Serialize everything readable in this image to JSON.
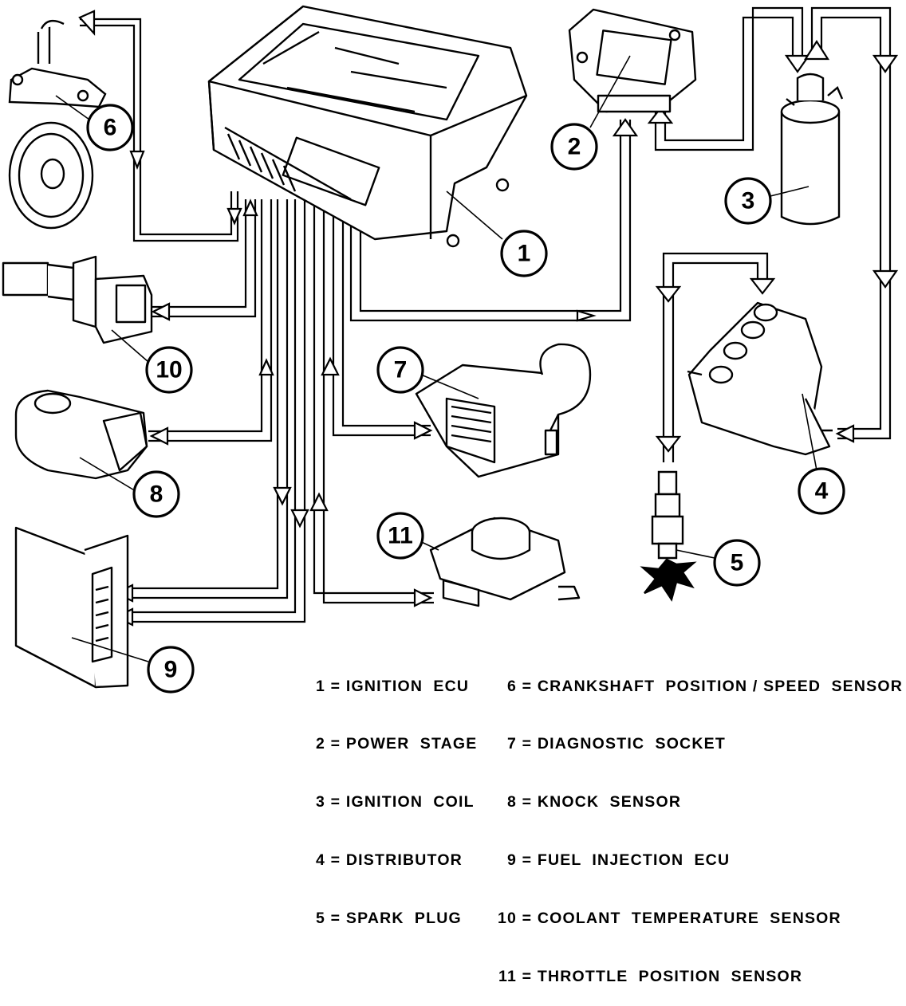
{
  "callouts": [
    {
      "id": 1,
      "label": "1"
    },
    {
      "id": 2,
      "label": "2"
    },
    {
      "id": 3,
      "label": "3"
    },
    {
      "id": 4,
      "label": "4"
    },
    {
      "id": 5,
      "label": "5"
    },
    {
      "id": 6,
      "label": "6"
    },
    {
      "id": 7,
      "label": "7"
    },
    {
      "id": 8,
      "label": "8"
    },
    {
      "id": 9,
      "label": "9"
    },
    {
      "id": 10,
      "label": "10"
    },
    {
      "id": 11,
      "label": "11"
    }
  ],
  "legend": {
    "left": [
      {
        "num": "1",
        "text": "IGNITION  ECU"
      },
      {
        "num": "2",
        "text": "POWER  STAGE"
      },
      {
        "num": "3",
        "text": "IGNITION  COIL"
      },
      {
        "num": "4",
        "text": "DISTRIBUTOR"
      },
      {
        "num": "5",
        "text": "SPARK  PLUG"
      }
    ],
    "right": [
      {
        "num": "6",
        "text": "CRANKSHAFT  POSITION / SPEED  SENSOR"
      },
      {
        "num": "7",
        "text": "DIAGNOSTIC  SOCKET"
      },
      {
        "num": "8",
        "text": "KNOCK  SENSOR"
      },
      {
        "num": "9",
        "text": "FUEL  INJECTION  ECU"
      },
      {
        "num": "10",
        "text": "COOLANT  TEMPERATURE  SENSOR"
      },
      {
        "num": "11",
        "text": "THROTTLE  POSITION  SENSOR"
      }
    ]
  }
}
